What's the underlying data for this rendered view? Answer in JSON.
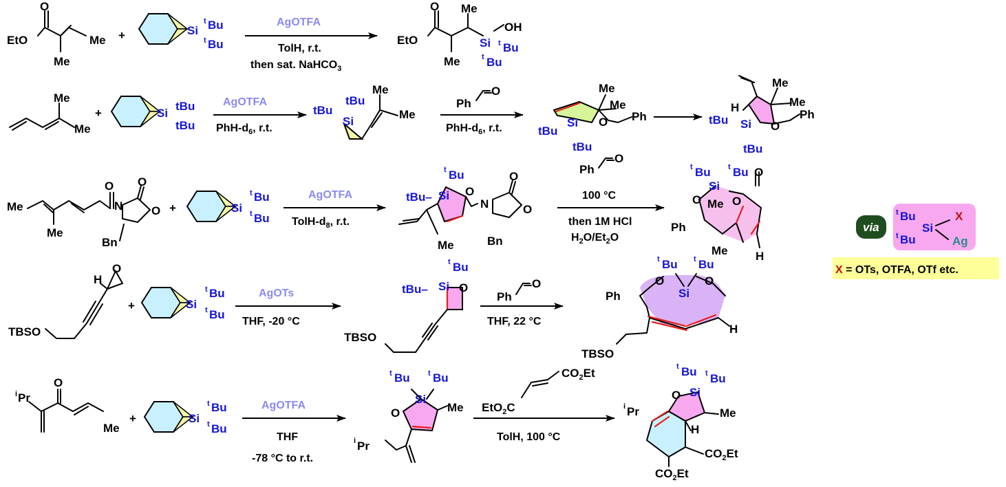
{
  "colors": {
    "silicon_label": "#1515d8",
    "reagent_label": "#8a8af0",
    "ring_fill": "#c8f0ff",
    "ring_highlight": "#f7a8ee",
    "alkene_highlight": "#e51e1e",
    "via_badge": "#1f4d1f",
    "note_box": "#ffff99",
    "X_color": "#c01010",
    "Ag_color": "#2a8a8a"
  },
  "common": {
    "plus": "+",
    "Si": "Si",
    "tBu": "Bu",
    "t": "t",
    "O": "O",
    "H": "H",
    "Me": "Me",
    "Ph": "Ph",
    "Bn": "Bn",
    "OH": "OH",
    "EtO": "EtO"
  },
  "rows": [
    {
      "id": "row1",
      "substrate_labels": [
        "EtO",
        "O",
        "Me",
        "Me"
      ],
      "reagent": "AgOTFA",
      "conditions": [
        "TolH, r.t.",
        "then sat. NaHCO3"
      ],
      "product_labels": [
        "EtO",
        "O",
        "Me",
        "Me",
        "OH",
        "Si"
      ]
    },
    {
      "id": "row2",
      "substrate_labels": [
        "Me",
        "Me"
      ],
      "reagent": "AgOTFA",
      "conditions": [
        "PhH-d6, r.t."
      ],
      "second_reagent_label": "Ph",
      "second_conditions": [
        "PhH-d6, r.t."
      ],
      "intermediate_labels": [
        "Me",
        "Me",
        "Me",
        "Ph",
        "O"
      ],
      "product_labels": [
        "H",
        "Me",
        "Me",
        "Ph",
        "O"
      ]
    },
    {
      "id": "row3",
      "substrate_labels": [
        "Me",
        "O",
        "N",
        "O",
        "O",
        "Me",
        "Bn"
      ],
      "reagent": "AgOTFA",
      "conditions": [
        "TolH-d8, r.t."
      ],
      "second_reagent_label": "Ph",
      "second_conditions": [
        "100 °C",
        "then 1M HCl",
        "H2O/Et2O"
      ],
      "intermediate_labels": [
        "O",
        "N",
        "O",
        "O",
        "Me",
        "Bn"
      ],
      "product_labels": [
        "O",
        "O",
        "O",
        "Me",
        "Ph",
        "Me",
        "H"
      ]
    },
    {
      "id": "row4",
      "substrate_labels": [
        "H",
        "O",
        "TBSO"
      ],
      "reagent": "AgOTs",
      "conditions": [
        "THF, -20 °C"
      ],
      "second_reagent_label": "Ph",
      "second_conditions": [
        "THF, 22 °C"
      ],
      "intermediate_labels": [
        "O",
        "TBSO"
      ],
      "product_labels": [
        "Ph",
        "O",
        "O",
        "H",
        "TBSO"
      ]
    },
    {
      "id": "row5",
      "substrate_labels": [
        "Pr",
        "i",
        "O",
        "Me"
      ],
      "reagent": "AgOTFA",
      "conditions": [
        "THF",
        "-78 °C to r.t."
      ],
      "second_reagent_label": "EtO2C / CO2Et",
      "second_conditions": [
        "TolH, 100 °C"
      ],
      "intermediate_labels": [
        "O",
        "Me",
        "Pr"
      ],
      "product_labels": [
        "Pr",
        "O",
        "Me",
        "H",
        "CO2Et",
        "CO2Et"
      ]
    }
  ],
  "via_box": {
    "via_label": "via",
    "X_label": "X",
    "Ag_label": "Ag",
    "note": "X = OTs, OTFA, OTf etc."
  }
}
